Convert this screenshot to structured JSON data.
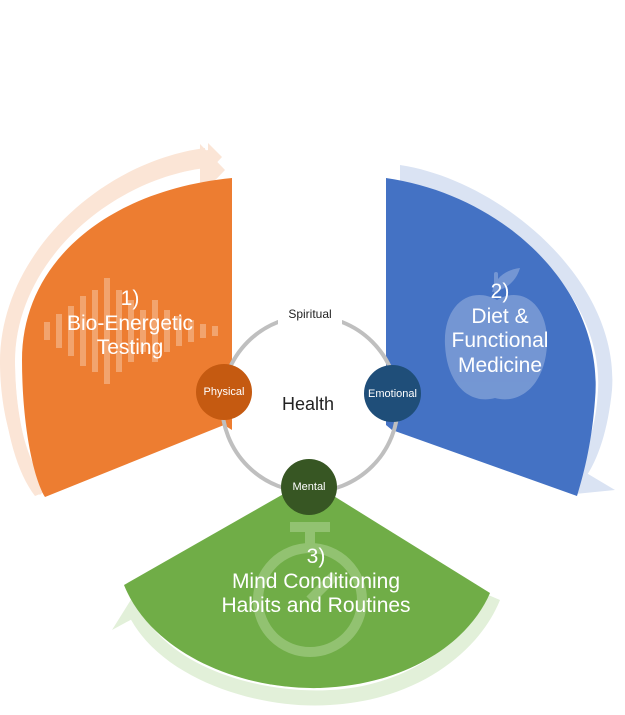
{
  "center": {
    "label": "Health"
  },
  "nodes": {
    "spiritual": {
      "label": "Spiritual"
    },
    "physical": {
      "label": "Physical",
      "color": "#C55A11"
    },
    "emotional": {
      "label": "Emotional",
      "color": "#1F4E79"
    },
    "mental": {
      "label": "Mental",
      "color": "#375623"
    }
  },
  "segments": {
    "bio": {
      "number": "1)",
      "line1": "Bio-Energetic",
      "line2": "Testing",
      "color": "#ED7D31",
      "arrow_color": "#FBE5D6",
      "icon": "sound-wave-icon"
    },
    "diet": {
      "number": "2)",
      "line1": "Diet &",
      "line2": "Functional",
      "line3": "Medicine",
      "color": "#4472C4",
      "arrow_color": "#DAE3F3",
      "icon": "apple-icon"
    },
    "mind": {
      "number": "3)",
      "line1": "Mind Conditioning",
      "line2": "Habits and Routines",
      "color": "#70AD47",
      "arrow_color": "#E2F0D9",
      "icon": "stopwatch-icon"
    }
  },
  "ring_color": "#BFBFBF"
}
